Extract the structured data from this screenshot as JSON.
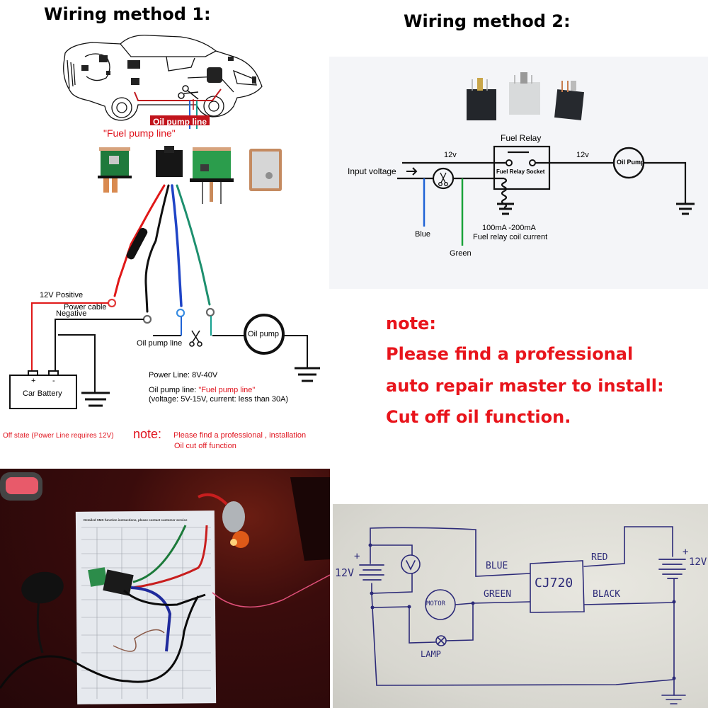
{
  "method1": {
    "title": "Wiring method 1:",
    "car_labels": {
      "oil_pump_line_tag": "Oil pump line",
      "fuel_pump_line": "\"Fuel pump line\""
    },
    "wires": {
      "positive": "12V Positive",
      "power_cable": "Power cable",
      "negative": "Negative",
      "oil_pump_line": "Oil pump line",
      "oil_pump": "Oil pump"
    },
    "battery": {
      "label": "Car Battery",
      "plus": "+",
      "minus": "-"
    },
    "specs": {
      "power_line": "Power Line: 8V-40V",
      "oil_pump_prefix": "Oil pump line: ",
      "oil_pump_highlight": "\"Fuel pump line\"",
      "voltage_current": "(voltage: 5V-15V, current: less than 30A)"
    },
    "footer": {
      "off_state": "Off state (Power Line requires 12V)",
      "note_label": "note:",
      "note_line1": "Please find a professional ,  installation",
      "note_line2": "Oil cut off function"
    }
  },
  "method2": {
    "title": "Wiring method 2:",
    "relay_title": "Fuel Relay",
    "relay_socket": "Fuel Relay Socket",
    "v_left": "12v",
    "v_right": "12v",
    "input_voltage": "Input voltage",
    "oil_pump": "Oil Pump",
    "blue": "Blue",
    "green": "Green",
    "coil_current_1": "100mA -200mA",
    "coil_current_2": "Fuel relay coil current"
  },
  "note": {
    "line1": "note:",
    "line2": "Please find a professional",
    "line3": "auto repair master to install:",
    "line4": "Cut off oil function."
  },
  "photo": {
    "paper_heading": "Detailed SMS function instructions, please contact customer service"
  },
  "sketch": {
    "left_voltage": "12V",
    "right_voltage": "12V",
    "plus": "+",
    "voltmeter": "V",
    "device": "CJ720",
    "blue": "BLUE",
    "green": "GREEN",
    "red": "RED",
    "black": "BLACK",
    "motor": "MOTOR",
    "lamp": "LAMP"
  },
  "colors": {
    "note_red": "#e8141b",
    "wire_red": "#e01818",
    "wire_blue": "#1f63d6",
    "wire_green": "#1aa33a",
    "wire_teal": "#15a08f",
    "ink": "#2c2a78"
  }
}
